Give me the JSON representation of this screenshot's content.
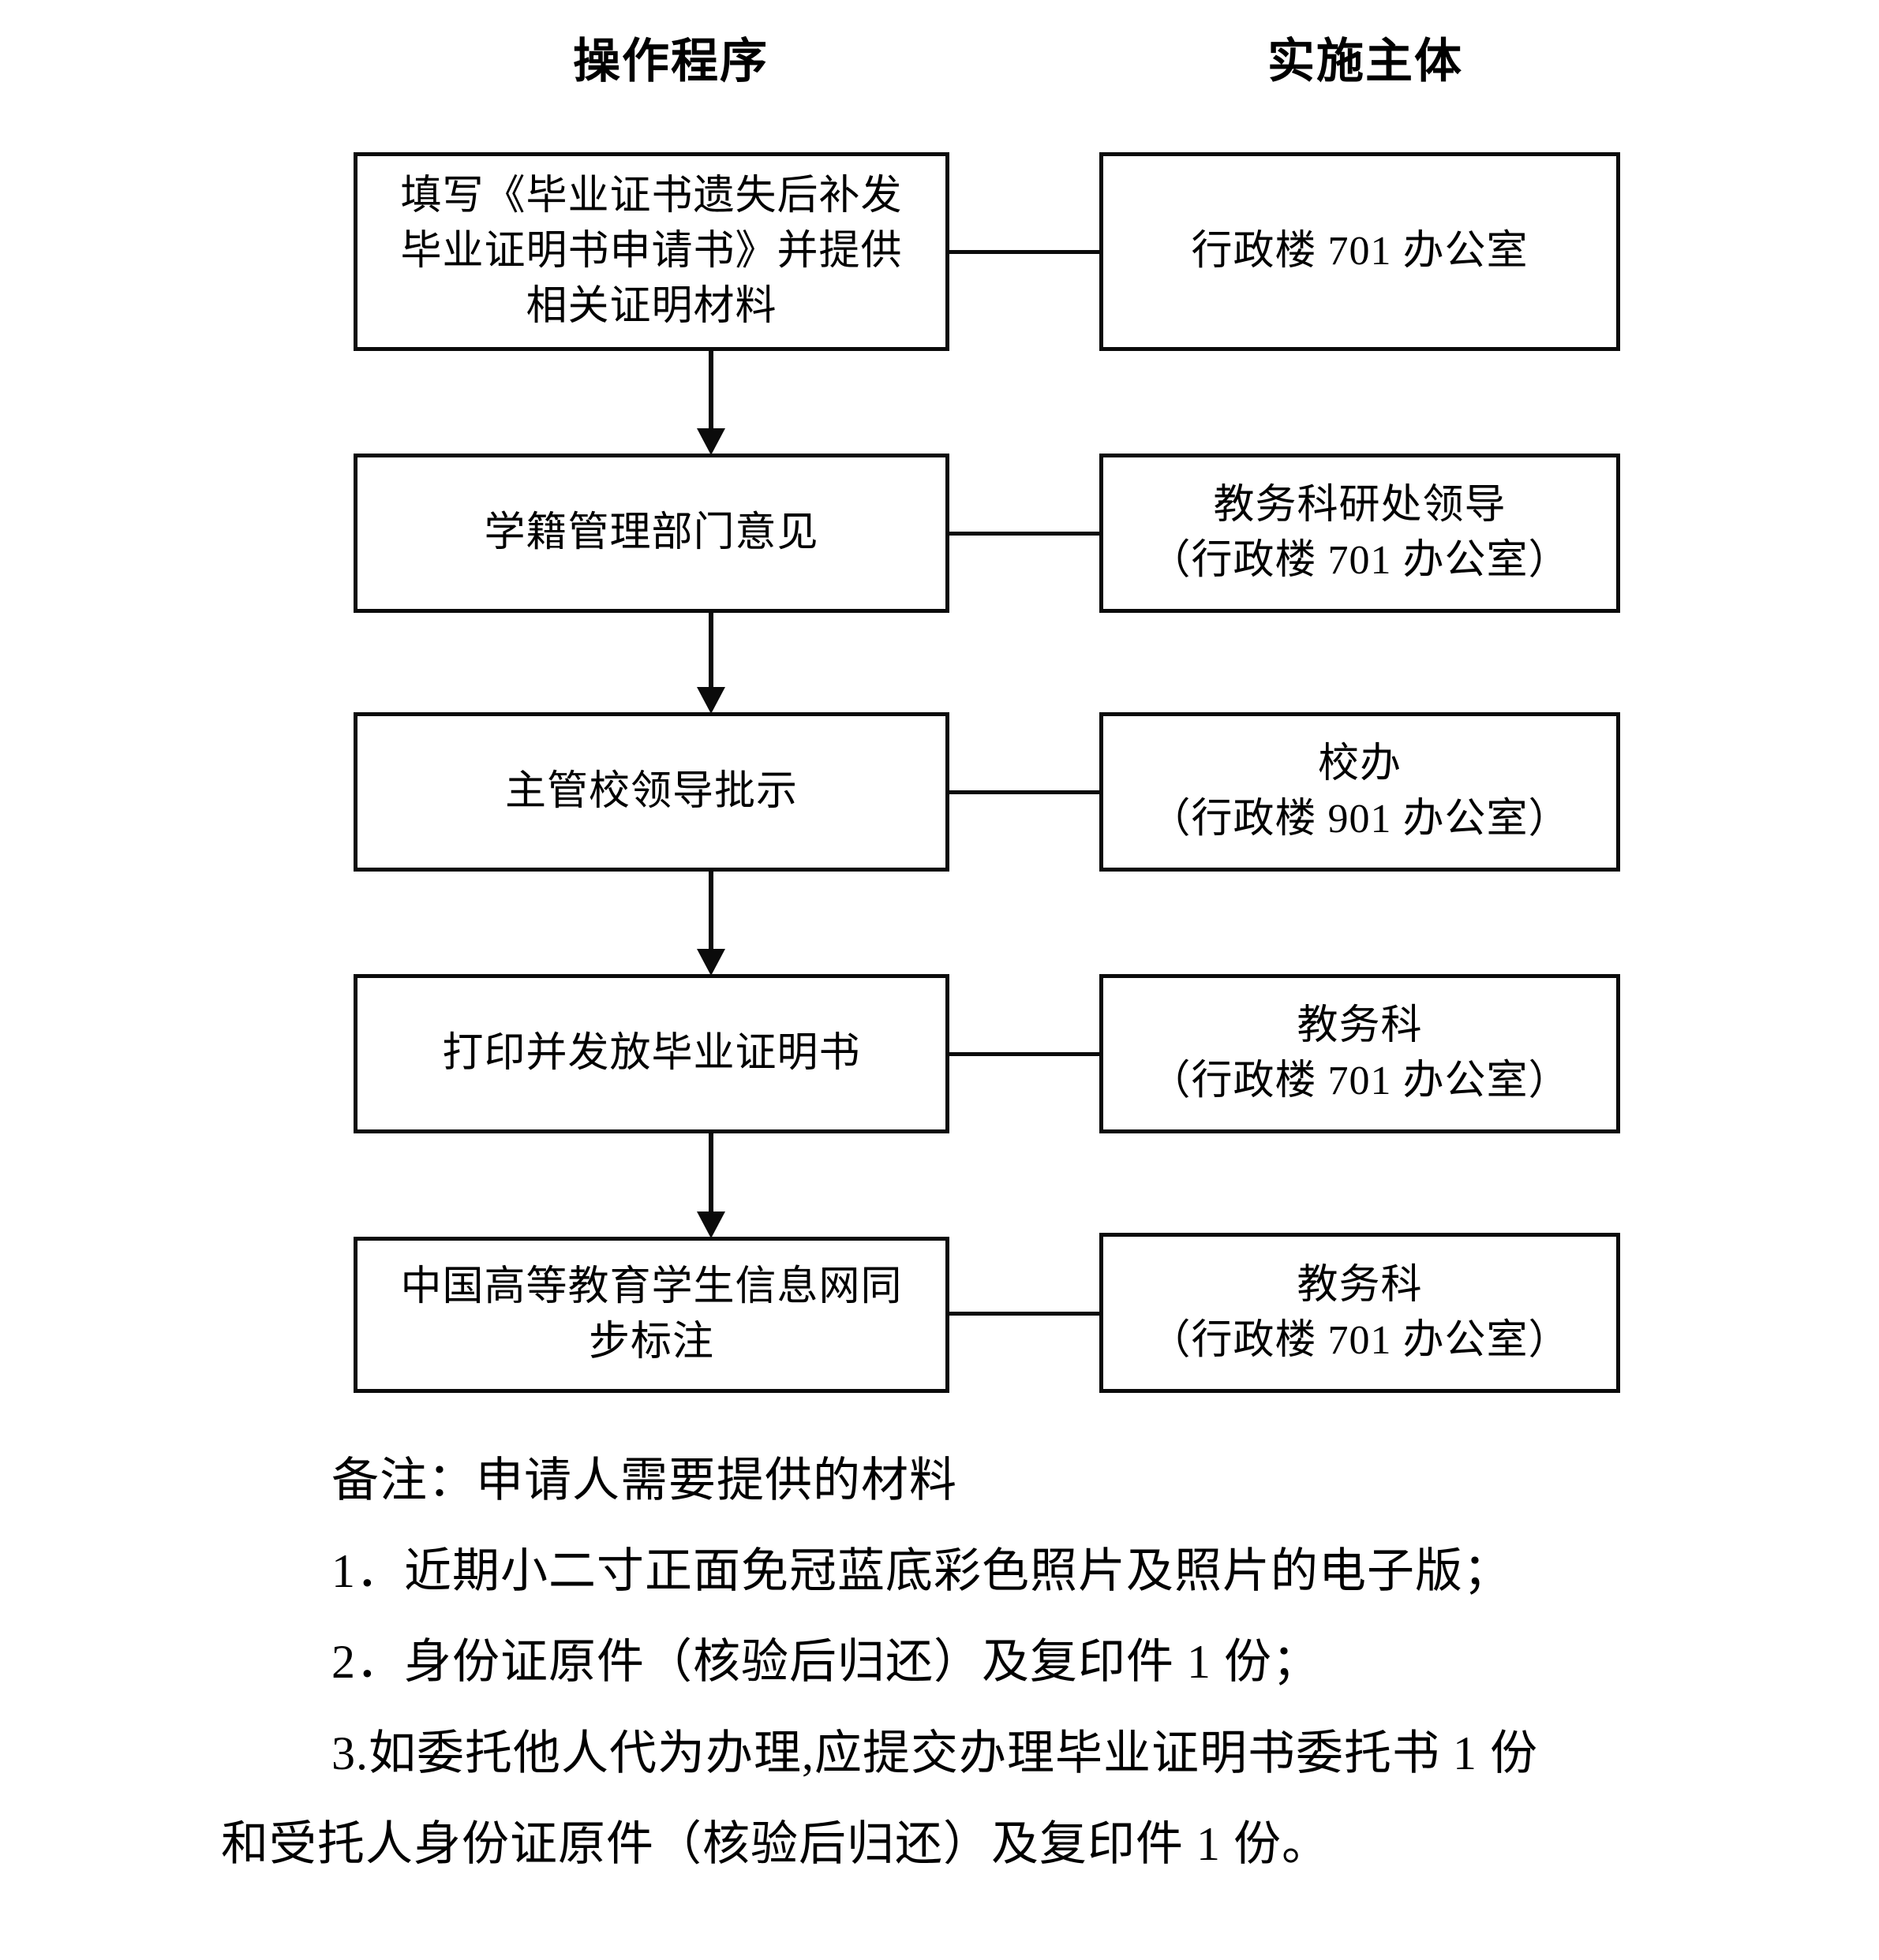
{
  "headings": {
    "left": "操作程序",
    "right": "实施主体"
  },
  "flow": {
    "steps": [
      {
        "id": "step-1",
        "procedure": "填写《毕业证书遗失后补发\n毕业证明书申请书》并提供\n相关证明材料",
        "owner": "行政楼 701 办公室"
      },
      {
        "id": "step-2",
        "procedure": "学籍管理部门意见",
        "owner": "教务科研处领导\n（行政楼 701 办公室）"
      },
      {
        "id": "step-3",
        "procedure": "主管校领导批示",
        "owner": "校办\n（行政楼 901 办公室）"
      },
      {
        "id": "step-4",
        "procedure": "打印并发放毕业证明书",
        "owner": "教务科\n（行政楼 701 办公室）"
      },
      {
        "id": "step-5",
        "procedure": "中国高等教育学生信息网同\n步标注",
        "owner": "教务科\n（行政楼 701 办公室）"
      }
    ],
    "connector_icon": "arrow-down-icon",
    "link_icon": "horizontal-link-line"
  },
  "notes": {
    "title": "备注：申请人需要提供的材料",
    "items": [
      "1．近期小二寸正面免冠蓝底彩色照片及照片的电子版；",
      "2．身份证原件（核验后归还）及复印件 1 份；",
      "3.如委托他人代为办理,应提交办理毕业证明书委托书 1 份",
      "和受托人身份证原件（核验后归还）及复印件 1 份。"
    ]
  },
  "colors": {
    "ink": "#0b0b0b",
    "paper": "#ffffff"
  }
}
